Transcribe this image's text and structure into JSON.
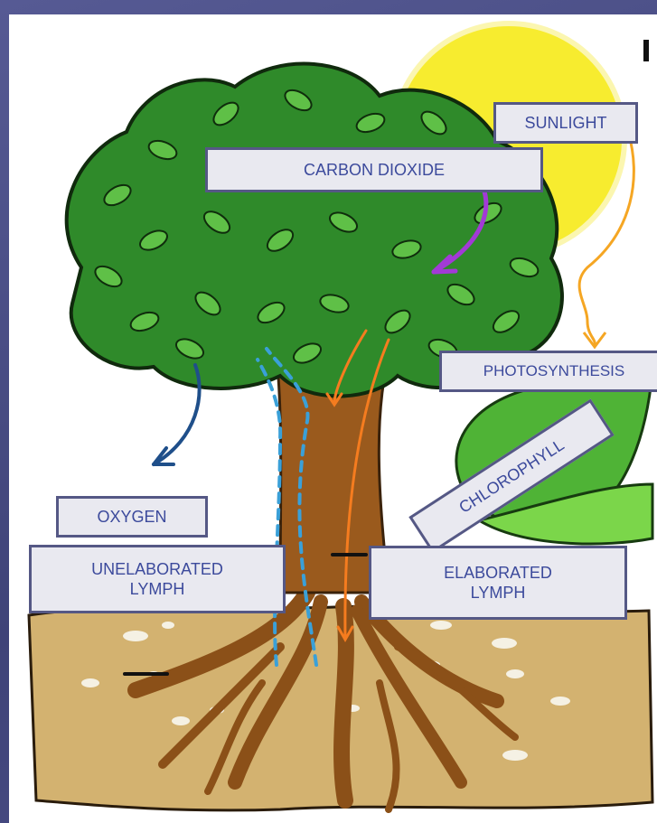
{
  "labels": {
    "sunlight": "SUNLIGHT",
    "carbon_dioxide": "CARBON DIOXIDE",
    "photosynthesis": "PHOTOSYNTHESIS",
    "chlorophyll": "CHLOROPHYLL",
    "oxygen": "OXYGEN",
    "unelaborated_lymph": "UNELABORATED\nLYMPH",
    "elaborated_lymph": "ELABORATED\nLYMPH"
  },
  "colors": {
    "background": "#4a4d85",
    "label_fill": "#e9e9f0",
    "label_border": "#555885",
    "label_text": "#3c4a9c",
    "sun": "#f7ec2f",
    "foliage": "#2f8a2a",
    "trunk": "#9a5a1d",
    "soil": "#d3b270",
    "co2_arrow": "#a23ad6",
    "sunlight_arrow": "#f5a623",
    "oxygen_arrow": "#1f4f8a",
    "sap_arrow": "#f57c1f",
    "raw_sap_arrow": "#3aa0d8"
  }
}
